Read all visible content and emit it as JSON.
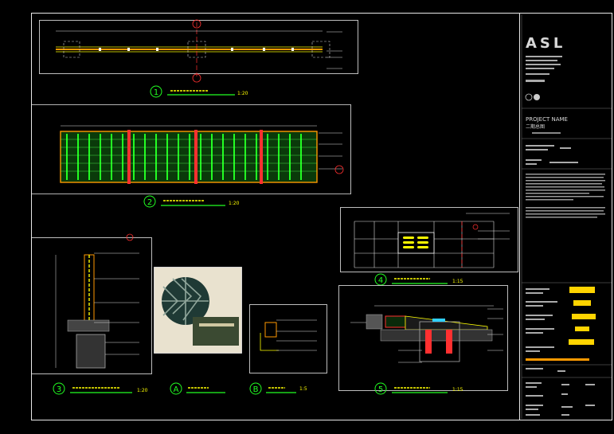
{
  "title_block": {
    "logo": "ASL",
    "project_name_label": "PROJECT NAME",
    "project_name": "二期总图"
  },
  "drawings": {
    "d1": {
      "number": "1",
      "scale": "1:20"
    },
    "d2": {
      "number": "2",
      "scale": "1:20"
    },
    "d3": {
      "number": "3",
      "scale": "1:20"
    },
    "dA": {
      "number": "A"
    },
    "dB": {
      "number": "B",
      "scale": "1:5"
    },
    "d4": {
      "number": "4",
      "scale": "1:15"
    },
    "d5": {
      "number": "5",
      "scale": "1:15"
    }
  },
  "colors": {
    "frame": "#e8e8e8",
    "green": "#22ff22",
    "red": "#ff3030",
    "yellow": "#ffff00",
    "orange": "#ff9900",
    "magenta": "#ff30ff",
    "cyan": "#30d0ff"
  }
}
